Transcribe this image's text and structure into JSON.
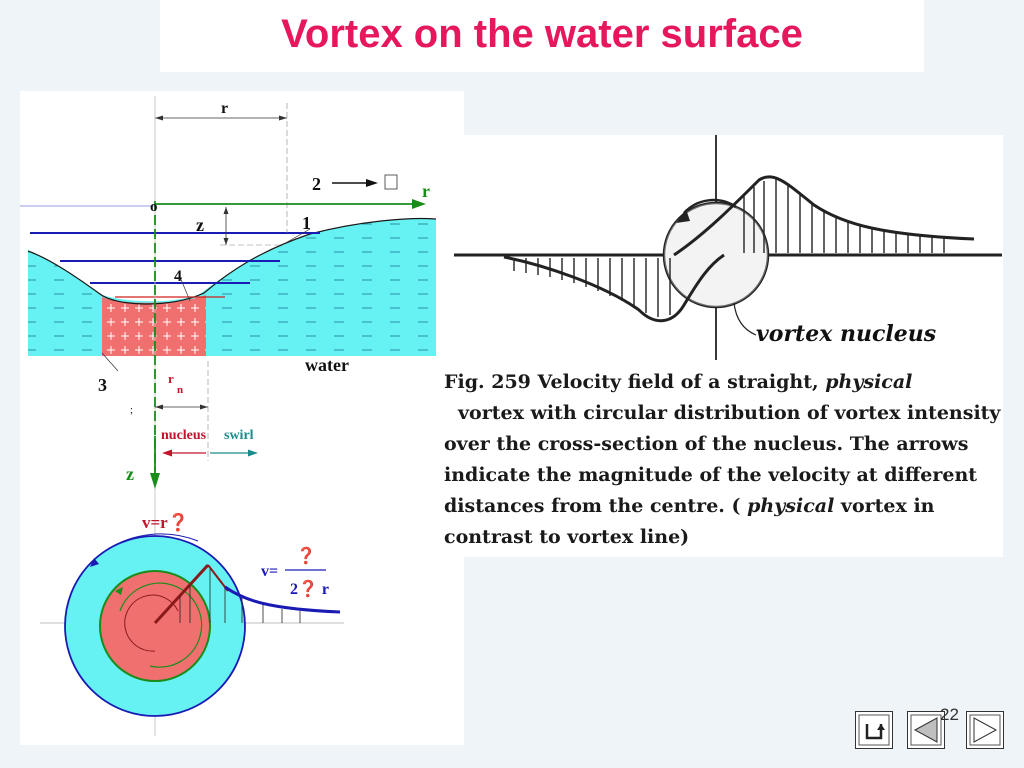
{
  "slide": {
    "title": "Vortex on the water surface",
    "page_number": "22"
  },
  "left_diagram": {
    "label_r_top": "r",
    "label_2": "2",
    "label_r_axis": "r",
    "label_o": "o",
    "label_z_depth": "z",
    "label_1": "1",
    "label_4": "4",
    "label_water": "water",
    "label_3": "3",
    "label_rn_r": "r",
    "label_rn_n": "n",
    "label_semicolon": ";",
    "label_nucleus": "nucleus",
    "label_swirl": "swirl",
    "label_z_axis": "z",
    "formula_inner": "v=r❓",
    "formula_v": "v=",
    "formula_num": "❓",
    "formula_den": "2❓ r",
    "colors": {
      "water": "#66f2f2",
      "nucleus": "#f07070",
      "blue_line": "#1a1ab4",
      "green_axis": "#1a8c1a",
      "red_label": "#c4142c"
    }
  },
  "right_figure": {
    "label_vortex_nucleus": "vortex nucleus",
    "caption_lines": [
      "Fig. 259 Velocity field of a straight,",
      "physical",
      "vortex with circular distribution of vortex intensity",
      "over the cross-section of the nucleus. The arrows",
      "indicate the magnitude of the velocity at different",
      "distances from the centre. (",
      "physical",
      "vortex in",
      "contrast to vortex line)"
    ]
  },
  "navigation": {
    "icons": [
      "return-icon",
      "previous-arrow-icon",
      "next-arrow-icon"
    ]
  }
}
